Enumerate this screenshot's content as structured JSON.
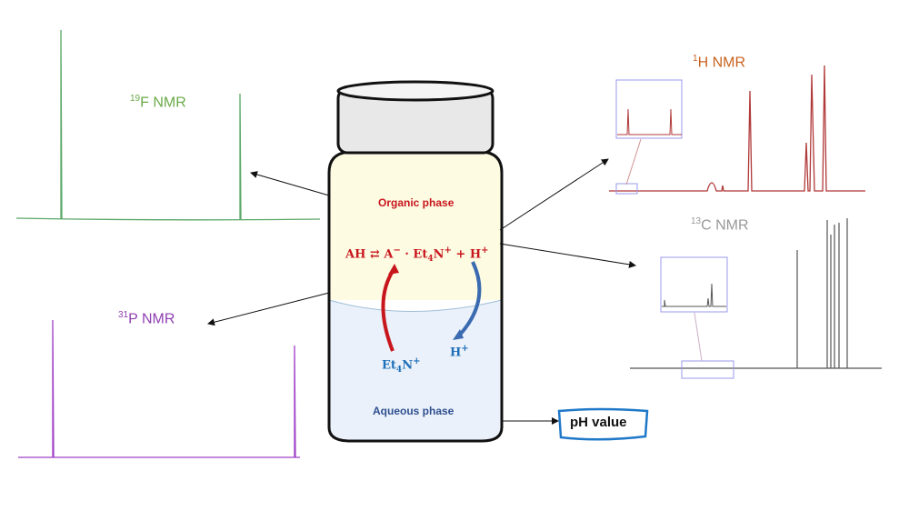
{
  "spectra": {
    "f19": {
      "sup": "19",
      "label": "F NMR",
      "color": "#5aa868"
    },
    "p31": {
      "sup": "31",
      "label": "P NMR",
      "color": "#8e3fb0"
    },
    "h1": {
      "sup": "1",
      "label": "H NMR",
      "color": "#b03838",
      "label_color": "#c8621e"
    },
    "c13": {
      "sup": "13",
      "label": "C NMR",
      "color": "#555555",
      "label_color": "#999999"
    }
  },
  "vial": {
    "organic_label": "Organic phase",
    "aqueous_label": "Aqueous phase",
    "equation": {
      "ah": "AH",
      "eq": "⇄",
      "anion": "A",
      "anion_charge": "−",
      "dot": "·",
      "et": "Et",
      "sub4": "4",
      "n": "N",
      "plus_charge": "+",
      "plus": "+",
      "h": "H"
    },
    "aq_cation": {
      "et": "Et",
      "sub4": "4",
      "n": "N",
      "charge": "+"
    },
    "aq_proton": {
      "h": "H",
      "charge": "+"
    }
  },
  "ph_box": {
    "label": "pH value"
  },
  "colors": {
    "organic": "#c8161d",
    "aqueous": "#1f6fb8",
    "aqueous_label": "#2f4f8f",
    "organic_fill": "#fdfbe2",
    "aqueous_fill": "#eaf1fa"
  }
}
